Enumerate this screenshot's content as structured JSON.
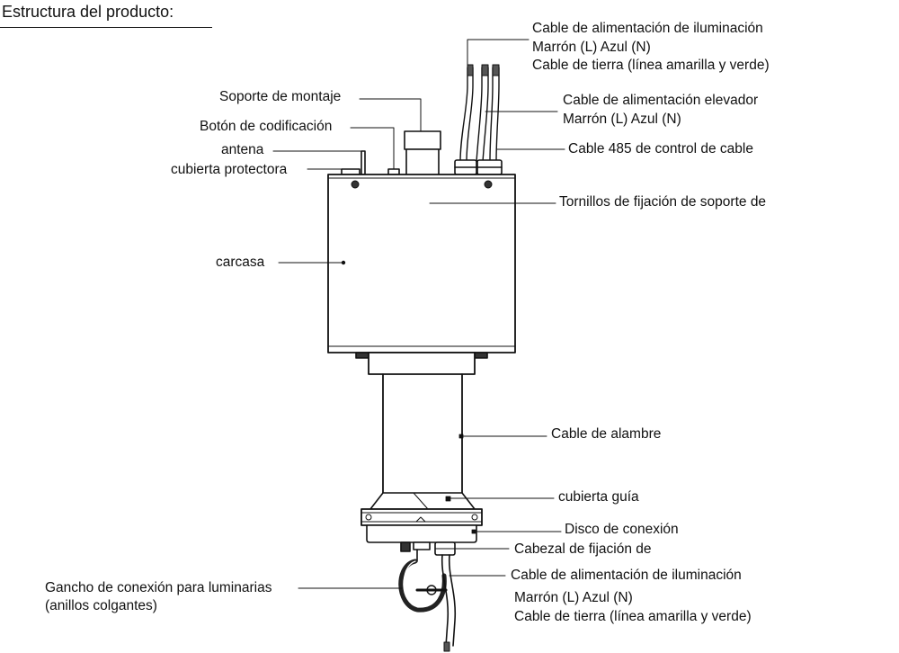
{
  "title": "Estructura del producto:",
  "labels": {
    "light_power_top": "Cable de alimentación de iluminación",
    "light_power_top_colors": "Marrón (L)   Azul (N)",
    "light_power_top_ground": "Cable de tierra (línea amarilla y verde)",
    "mount_bracket": "Soporte de montaje",
    "lift_power": "Cable de alimentación elevador",
    "lift_power_colors": "Marrón (L)   Azul (N)",
    "coding_button": "Botón de codificación",
    "antenna": "antena",
    "cable_485": "Cable 485 de control de cable",
    "protective_cover": "cubierta protectora",
    "bracket_screws": "Tornillos de fijación de soporte de",
    "housing": "carcasa",
    "wire_rope": "Cable de alambre",
    "guide_cover": "cubierta guía",
    "connection_disc": "Disco de conexión",
    "fixing_head": "Cabezal de fijación de",
    "light_power_bottom": "Cable de alimentación de iluminación",
    "light_power_bottom_colors": "Marrón (L)   Azul (N)",
    "light_power_bottom_ground": "Cable de tierra (línea amarilla y verde)",
    "hook": "Gancho de conexión para luminarias",
    "hook_sub": "(anillos colgantes)"
  },
  "colors": {
    "line": "#111111",
    "bg": "#ffffff"
  }
}
